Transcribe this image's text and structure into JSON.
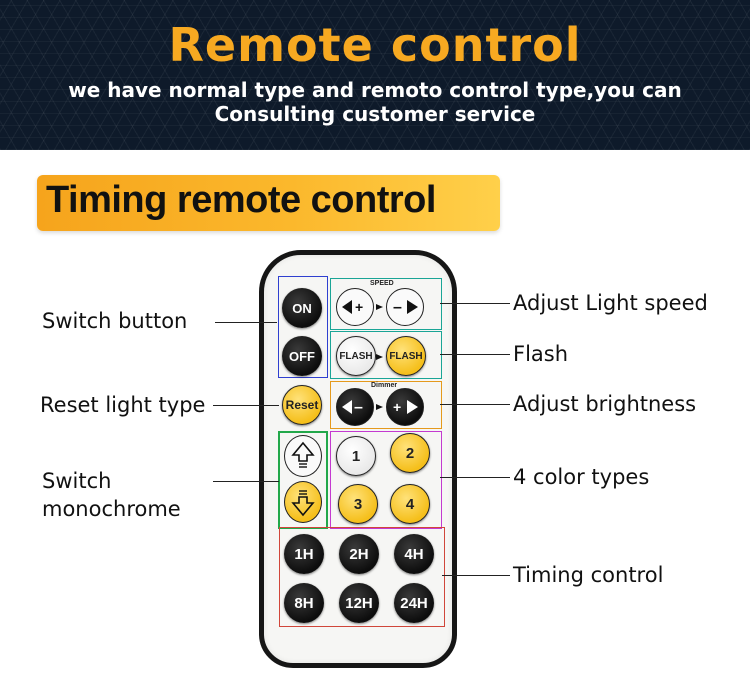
{
  "header": {
    "title": "Remote control",
    "subtitle_line1": "we have normal  type and remoto control type,you can",
    "subtitle_line2": "Consulting customer service"
  },
  "section": {
    "title": "Timing remote control"
  },
  "remote": {
    "speed_label": "SPEED",
    "dimmer_label": "Dimmer",
    "on": "ON",
    "off": "OFF",
    "flash_white": "FLASH",
    "flash_yellow": "FLASH",
    "reset": "Reset",
    "color_1": "1",
    "color_2": "2",
    "color_3": "3",
    "color_4": "4",
    "timers": [
      "1H",
      "2H",
      "4H",
      "8H",
      "12H",
      "24H"
    ]
  },
  "callouts": {
    "switch_button": "Switch button",
    "reset_light_type": "Reset light type",
    "switch_monochrome_1": "Switch",
    "switch_monochrome_2": "monochrome",
    "adjust_light_speed": "Adjust Light speed",
    "flash": "Flash",
    "adjust_brightness": "Adjust brightness",
    "color_types": "4 color types",
    "timing_control": "Timing control"
  },
  "colors": {
    "accent_orange": "#f7a921",
    "banner_bg": "#0e1a2a",
    "zone_blue": "#2f3fd0",
    "zone_teal": "#1aa596",
    "zone_green": "#22a84a",
    "zone_orange": "#e59a1c",
    "zone_purple": "#c43ad0",
    "zone_red": "#d0463a"
  }
}
